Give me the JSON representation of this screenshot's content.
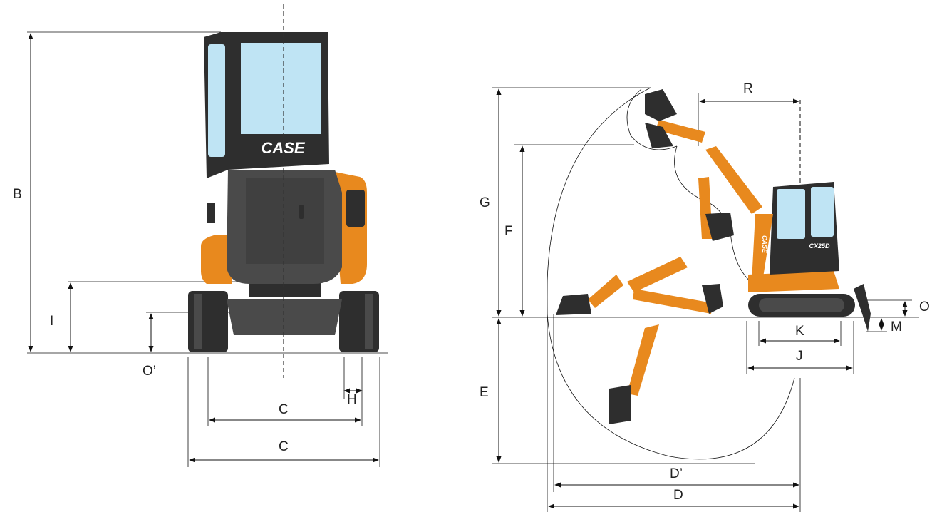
{
  "brand": {
    "logo_text": "CASE",
    "model_text": "CX25D"
  },
  "front_view": {
    "labels": {
      "B": "B",
      "I": "I",
      "O_prime": "O’",
      "C_inner": "C",
      "H": "H",
      "C_outer": "C"
    }
  },
  "side_view": {
    "labels": {
      "R": "R",
      "G": "G",
      "F": "F",
      "E": "E",
      "O": "O",
      "M": "M",
      "K": "K",
      "J": "J",
      "D_prime": "D’",
      "D": "D"
    }
  },
  "colors": {
    "machine_orange": "#e8891e",
    "machine_dark": "#4a4a4a",
    "cab_glass": "#bfe4f4"
  }
}
